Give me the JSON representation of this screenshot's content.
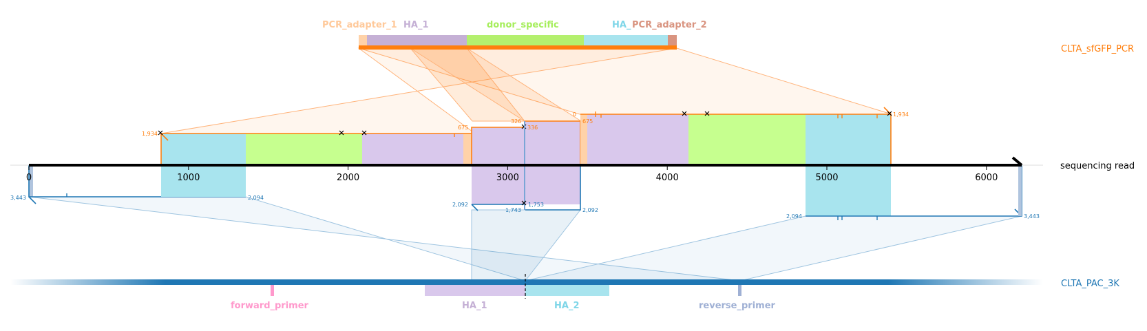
{
  "references": {
    "top": {
      "name": "CLTA_sfGFP_PCR",
      "color": "#ff7f0e"
    },
    "read": {
      "name": "sequencing read",
      "color": "#000000"
    },
    "bottom": {
      "name": "CLTA_PAC_3K",
      "color": "#1f77b4"
    }
  },
  "top_features": [
    {
      "name": "PCR_adapter_1",
      "color": "#ffd2a8"
    },
    {
      "name": "HA_1",
      "color": "#c5b0d5"
    },
    {
      "name": "donor_specific",
      "color": "#b4f06e"
    },
    {
      "name": "HA_",
      "color": "#7fd6e8"
    },
    {
      "name": "PCR_adapter_2",
      "color": "#d99480"
    }
  ],
  "bottom_features": [
    {
      "name": "forward_primer",
      "color": "#ff99cc"
    },
    {
      "name": "HA_1",
      "color": "#c5b0d5"
    },
    {
      "name": "HA_2",
      "color": "#7fd6e8"
    },
    {
      "name": "reverse_primer",
      "color": "#9fb0d4"
    }
  ],
  "read_axis": {
    "ticks": [
      "0",
      "1000",
      "2000",
      "3000",
      "4000",
      "5000",
      "6000"
    ],
    "range": [
      0,
      6200
    ]
  },
  "alignment_labels": {
    "top_left_start": "1,934",
    "top_mid_end": "675",
    "top_mid2_start": "326",
    "top_mid2_end": "336",
    "top_right_start": "0",
    "top_right_start2": "675",
    "top_right_end": "1,934",
    "bot_left_start": "3,443",
    "bot_left_end": "2,094",
    "bot_mid_start": "2,092",
    "bot_mid_a": "1,753",
    "bot_mid_b": "1,743",
    "bot_mid_end": "2,092",
    "bot_right_start": "2,094",
    "bot_right_end": "3,443"
  }
}
